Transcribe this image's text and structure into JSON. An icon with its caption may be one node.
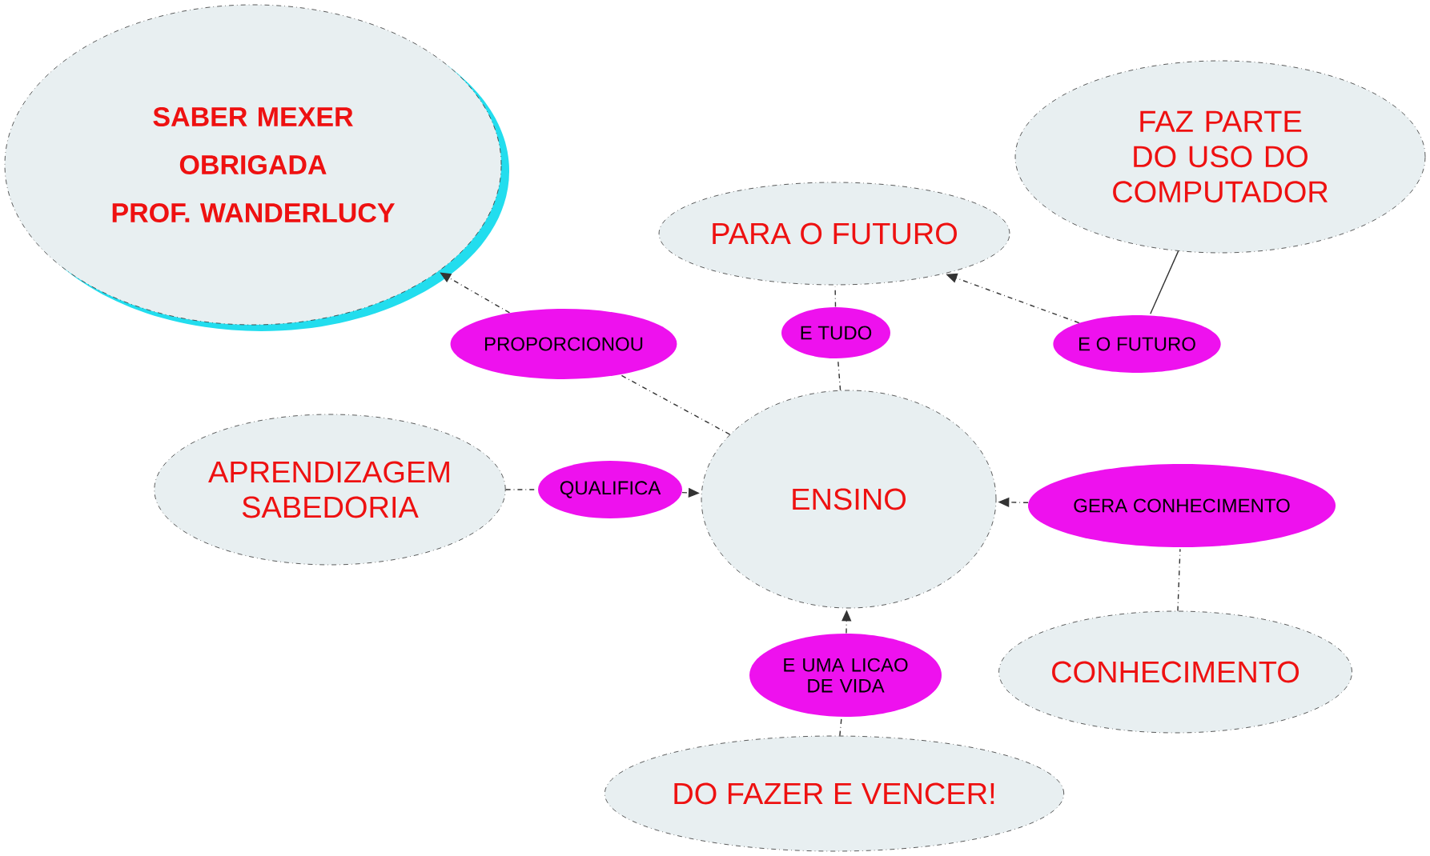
{
  "diagram": {
    "nodes": [
      {
        "text": [
          "SABER MEXER",
          "OBRIGADA",
          "PROF. WANDERLUCY"
        ]
      },
      {
        "text": [
          "PROPORCIONOU"
        ]
      },
      {
        "text": [
          "PARA O FUTURO"
        ]
      },
      {
        "text": [
          "E TUDO"
        ]
      },
      {
        "text": [
          "FAZ PARTE DO USO DO COMPUTADOR"
        ]
      },
      {
        "text": [
          "E O FUTURO"
        ]
      },
      {
        "text": [
          "APRENDIZAGEM SABEDORIA"
        ]
      },
      {
        "text": [
          "QUALIFICA"
        ]
      },
      {
        "text": [
          "ENSINO"
        ]
      },
      {
        "text": [
          "GERA CONHECIMENTO"
        ]
      },
      {
        "text": [
          "CONHECIMENTO"
        ]
      },
      {
        "text": [
          "E UMA LICAO DE VIDA"
        ]
      },
      {
        "text": [
          "DO FAZER E VENCER!"
        ]
      }
    ],
    "edges": [
      {
        "from": 8,
        "to": 1,
        "arrow": "none",
        "style": "dashed"
      },
      {
        "from": 1,
        "to": 0,
        "arrow": "to",
        "style": "dashed"
      },
      {
        "from": 8,
        "to": 3,
        "arrow": "none",
        "style": "dashed"
      },
      {
        "from": 3,
        "to": 2,
        "arrow": "none",
        "style": "dashed"
      },
      {
        "from": 4,
        "to": 5,
        "arrow": "none"
      },
      {
        "from": 5,
        "to": 2,
        "arrow": "to",
        "style": "dashed"
      },
      {
        "from": 6,
        "to": 7,
        "arrow": "none",
        "style": "dashed"
      },
      {
        "from": 7,
        "to": 8,
        "arrow": "to",
        "style": "dashed"
      },
      {
        "from": 10,
        "to": 9,
        "arrow": "none",
        "style": "dashed"
      },
      {
        "from": 9,
        "to": 8,
        "arrow": "to",
        "style": "dashed"
      },
      {
        "from": 12,
        "to": 11,
        "arrow": "none",
        "style": "dashed"
      },
      {
        "from": 11,
        "to": 8,
        "arrow": "to",
        "style": "dashed"
      }
    ]
  }
}
